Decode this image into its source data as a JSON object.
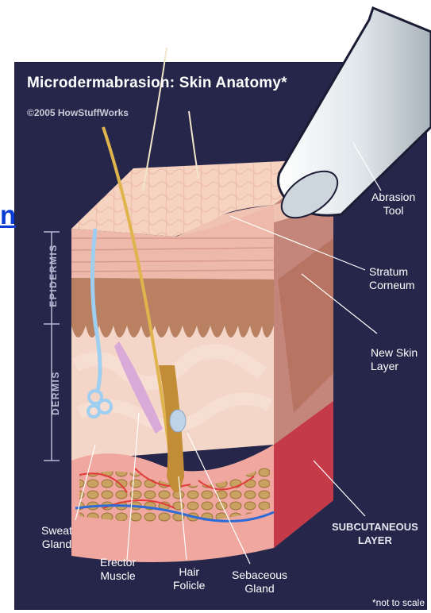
{
  "diagram": {
    "title": "Microdermabrasion: Skin Anatomy*",
    "copyright": "©2005 HowStuffWorks",
    "link_fragment": "n",
    "side_labels": {
      "epidermis": "EPIDERMIS",
      "dermis": "DERMIS"
    },
    "labels": {
      "abrasion_tool": [
        "Abrasion",
        "Tool"
      ],
      "stratum_corneum": [
        "Stratum",
        "Corneum"
      ],
      "new_skin_layer": [
        "New Skin",
        "Layer"
      ],
      "subcutaneous_layer": [
        "SUBCUTANEOUS",
        "LAYER"
      ],
      "sweat_gland": [
        "Sweat",
        "Gland"
      ],
      "erector_muscle": [
        "Erector",
        "Muscle"
      ],
      "hair_folicle": [
        "Hair",
        "Folicle"
      ],
      "sebaceous_gland": [
        "Sebaceous",
        "Gland"
      ]
    },
    "footnote": "*not to scale",
    "colors": {
      "background": "#25264a",
      "skin_top": "#f6d0bf",
      "epidermis": "#eab3a6",
      "dermis": "#f3d3c4",
      "dermis_dark": "#c88a73",
      "fat": "#c7a062",
      "vessel": "#e33b3b",
      "vein": "#2f6bd6",
      "tool": "#e9eef2",
      "hair": "#e0b44c",
      "sweat_gland": "#9ecff0",
      "muscle": "#d9a9d8"
    }
  }
}
